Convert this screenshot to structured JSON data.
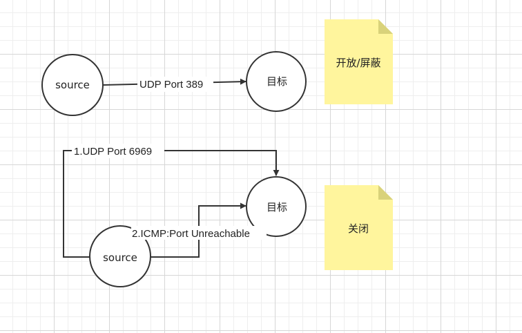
{
  "colors": {
    "line": "#333333",
    "note_fill": "#fff59d",
    "note_fold": "#d9d27a",
    "node_fill": "#ffffff"
  },
  "nodes": {
    "source_top": "source",
    "target_top": "目标",
    "source_bottom": "source",
    "target_bottom": "目标"
  },
  "edges": {
    "udp_389": "UDP Port 389",
    "udp_6969": "1.UDP Port 6969",
    "icmp_unreachable": "2.ICMP:Port Unreachable"
  },
  "notes": {
    "open_filtered": "开放/屏蔽",
    "closed": "关闭"
  }
}
